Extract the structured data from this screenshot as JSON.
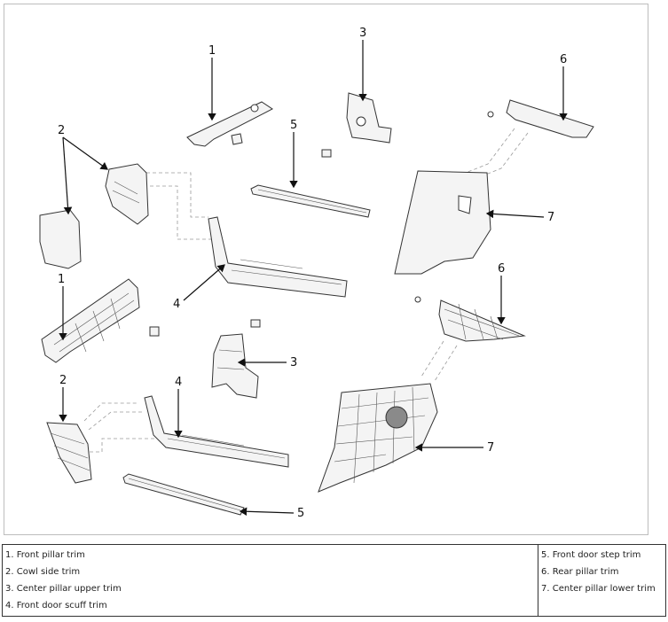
{
  "callouts": {
    "c1_top": "1",
    "c1_mid": "1",
    "c2_top": "2",
    "c2_low": "2",
    "c3_top": "3",
    "c3_mid": "3",
    "c4_mid": "4",
    "c4_low": "4",
    "c5_top": "5",
    "c5_low": "5",
    "c6_top": "6",
    "c6_mid": "6",
    "c7_mid": "7",
    "c7_low": "7"
  },
  "legend": {
    "left": [
      "1. Front pillar trim",
      "2. Cowl side trim",
      "3. Center pillar upper trim",
      "4. Front door scuff trim"
    ],
    "right": [
      "5. Front door step trim",
      "6. Rear pillar trim",
      "7. Center pillar lower trim"
    ]
  }
}
